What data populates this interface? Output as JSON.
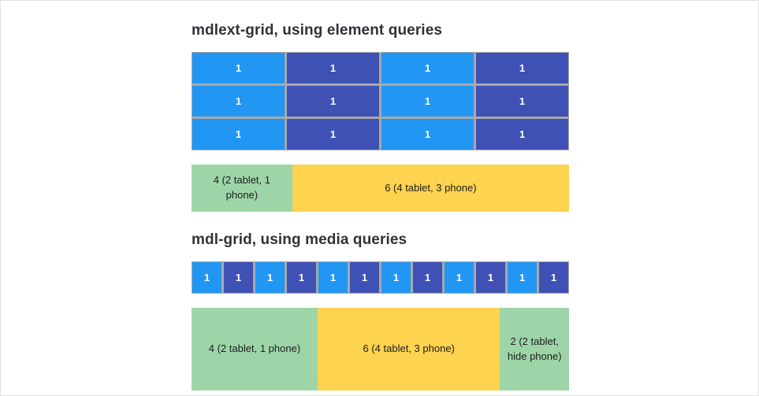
{
  "page": {
    "background": "#ffffff",
    "border_color": "#e2e2e2"
  },
  "colors": {
    "cell_light_blue": "#2196f3",
    "cell_dark_blue": "#3f51b5",
    "grid_gap_gray": "#a9a9a9",
    "legend_green": "#9ed5a8",
    "legend_yellow": "#fdd34f",
    "heading_text": "#303236",
    "cell_text": "#ffffff",
    "legend_text": "#1d1d1d"
  },
  "sections": [
    {
      "id": "element-queries",
      "heading": "mdlext-grid, using element queries",
      "grid": {
        "type": "element-query-grid",
        "columns": 4,
        "rows": 3,
        "cells": [
          {
            "label": "1",
            "tone": "light"
          },
          {
            "label": "1",
            "tone": "dark"
          },
          {
            "label": "1",
            "tone": "light"
          },
          {
            "label": "1",
            "tone": "dark"
          },
          {
            "label": "1",
            "tone": "light"
          },
          {
            "label": "1",
            "tone": "dark"
          },
          {
            "label": "1",
            "tone": "light"
          },
          {
            "label": "1",
            "tone": "dark"
          },
          {
            "label": "1",
            "tone": "light"
          },
          {
            "label": "1",
            "tone": "dark"
          },
          {
            "label": "1",
            "tone": "light"
          },
          {
            "label": "1",
            "tone": "dark"
          }
        ]
      },
      "legend": [
        {
          "label": "4 (2 tablet, 1 phone)",
          "tone": "green",
          "flex": 25
        },
        {
          "label": "6 (4 tablet, 3 phone)",
          "tone": "yellow",
          "flex": 75
        }
      ]
    },
    {
      "id": "media-queries",
      "heading": "mdl-grid, using media queries",
      "grid": {
        "type": "media-query-grid",
        "columns": 12,
        "rows": 1,
        "cells": [
          {
            "label": "1",
            "tone": "light"
          },
          {
            "label": "1",
            "tone": "dark"
          },
          {
            "label": "1",
            "tone": "light"
          },
          {
            "label": "1",
            "tone": "dark"
          },
          {
            "label": "1",
            "tone": "light"
          },
          {
            "label": "1",
            "tone": "dark"
          },
          {
            "label": "1",
            "tone": "light"
          },
          {
            "label": "1",
            "tone": "dark"
          },
          {
            "label": "1",
            "tone": "light"
          },
          {
            "label": "1",
            "tone": "dark"
          },
          {
            "label": "1",
            "tone": "light"
          },
          {
            "label": "1",
            "tone": "dark"
          }
        ]
      },
      "legend": [
        {
          "label": "4 (2 tablet, 1 phone)",
          "tone": "green",
          "flex": 33.4
        },
        {
          "label": "6 (4 tablet, 3 phone)",
          "tone": "yellow",
          "flex": 50
        },
        {
          "label": "2 (2 tablet, hide phone)",
          "tone": "green",
          "flex": 16.6
        }
      ]
    }
  ]
}
